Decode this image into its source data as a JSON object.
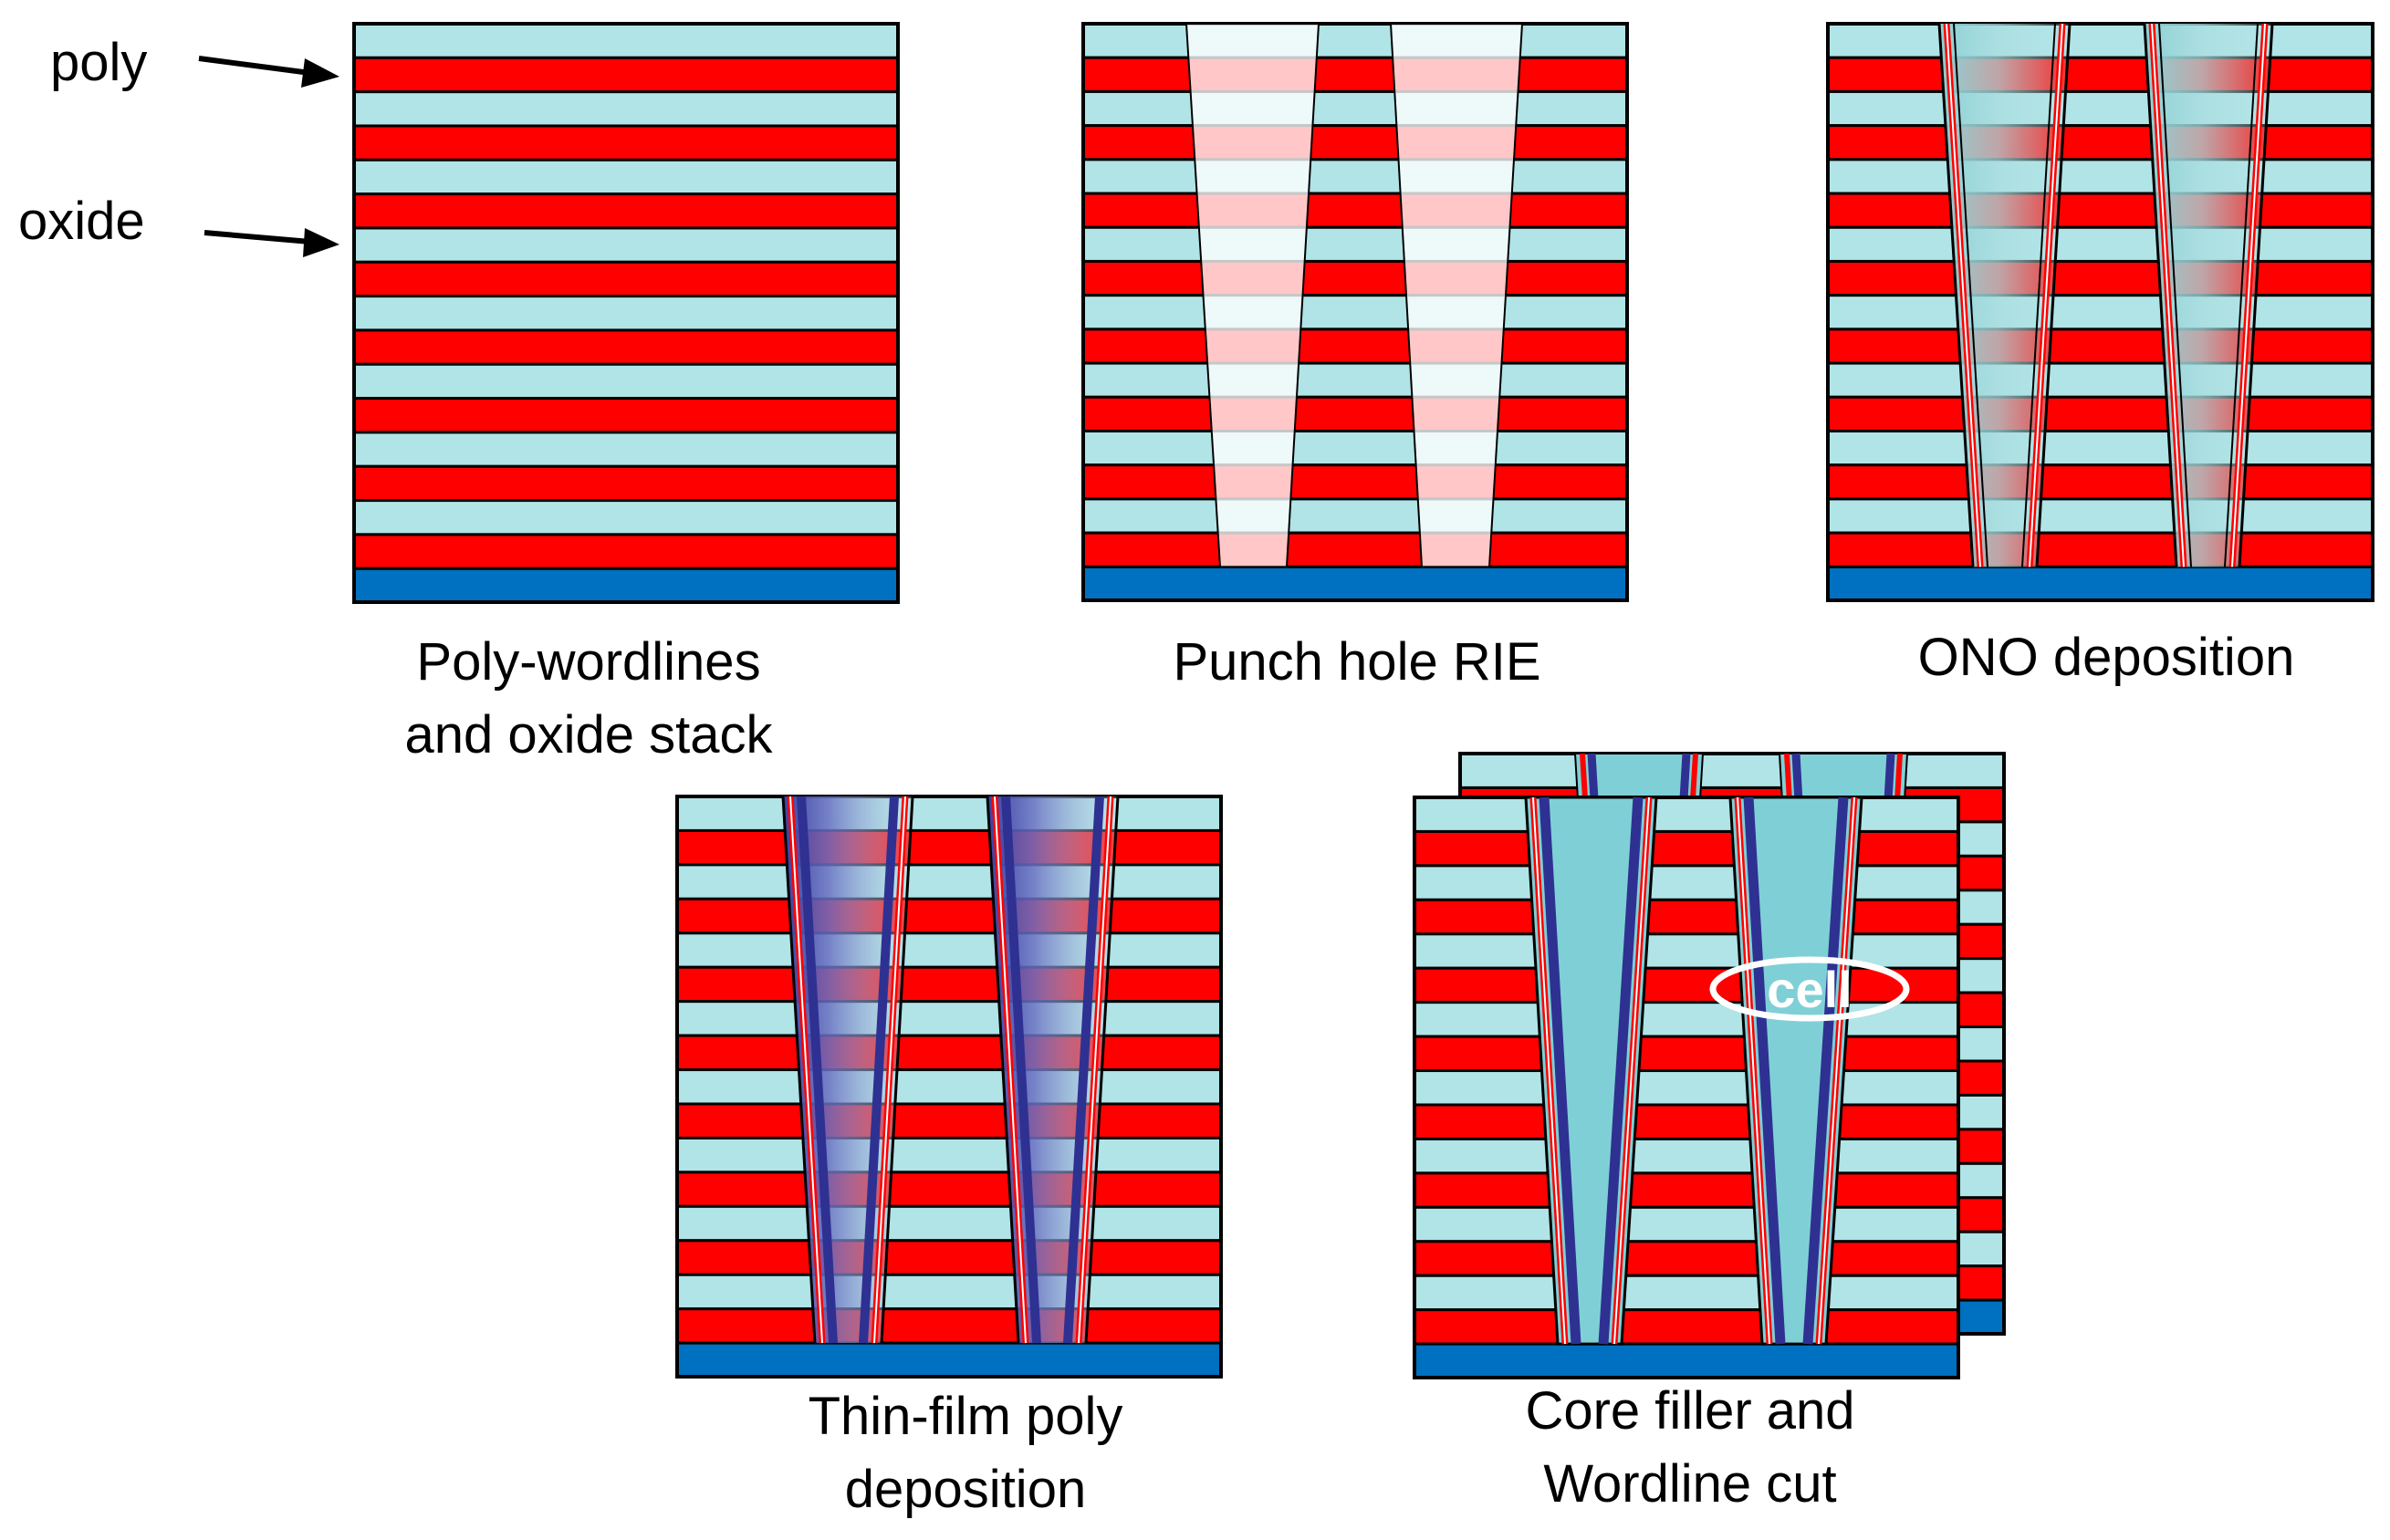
{
  "labels": {
    "poly": "poly",
    "oxide": "oxide"
  },
  "panels": [
    {
      "caption": [
        "Poly-wordlines",
        "and oxide stack"
      ],
      "stage": "stack"
    },
    {
      "caption": [
        "Punch hole RIE"
      ],
      "stage": "holes"
    },
    {
      "caption": [
        "ONO deposition"
      ],
      "stage": "ono"
    },
    {
      "caption": [
        "Thin-film poly",
        "deposition"
      ],
      "stage": "poly"
    },
    {
      "caption": [
        "Core filler and",
        "Wordline cut"
      ],
      "stage": "core"
    }
  ],
  "cell_label": "cell",
  "layers": {
    "poly_count": 8,
    "oxide_count": 8
  },
  "colors": {
    "poly": "#ff0000",
    "oxide": "#b0e4e6",
    "substrate": "#0070c0",
    "outline": "#000000",
    "channel": "#2e3192",
    "core": "#7fd0d6",
    "ono_line": "#ffffff",
    "cell_ring": "#ffffff"
  }
}
